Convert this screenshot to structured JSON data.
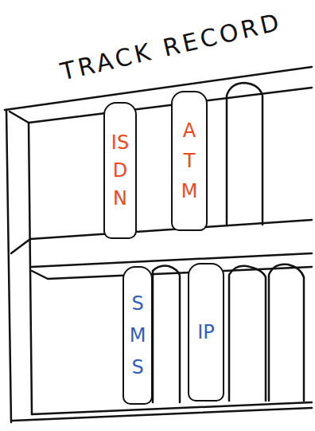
{
  "diagram": {
    "title": "TRACK RECORD",
    "nodes": [
      {
        "text": [
          "ISDN"
        ]
      },
      {
        "text": [
          "ATM"
        ]
      },
      {
        "text": [
          "SMS"
        ]
      },
      {
        "text": [
          "IP"
        ]
      }
    ]
  }
}
